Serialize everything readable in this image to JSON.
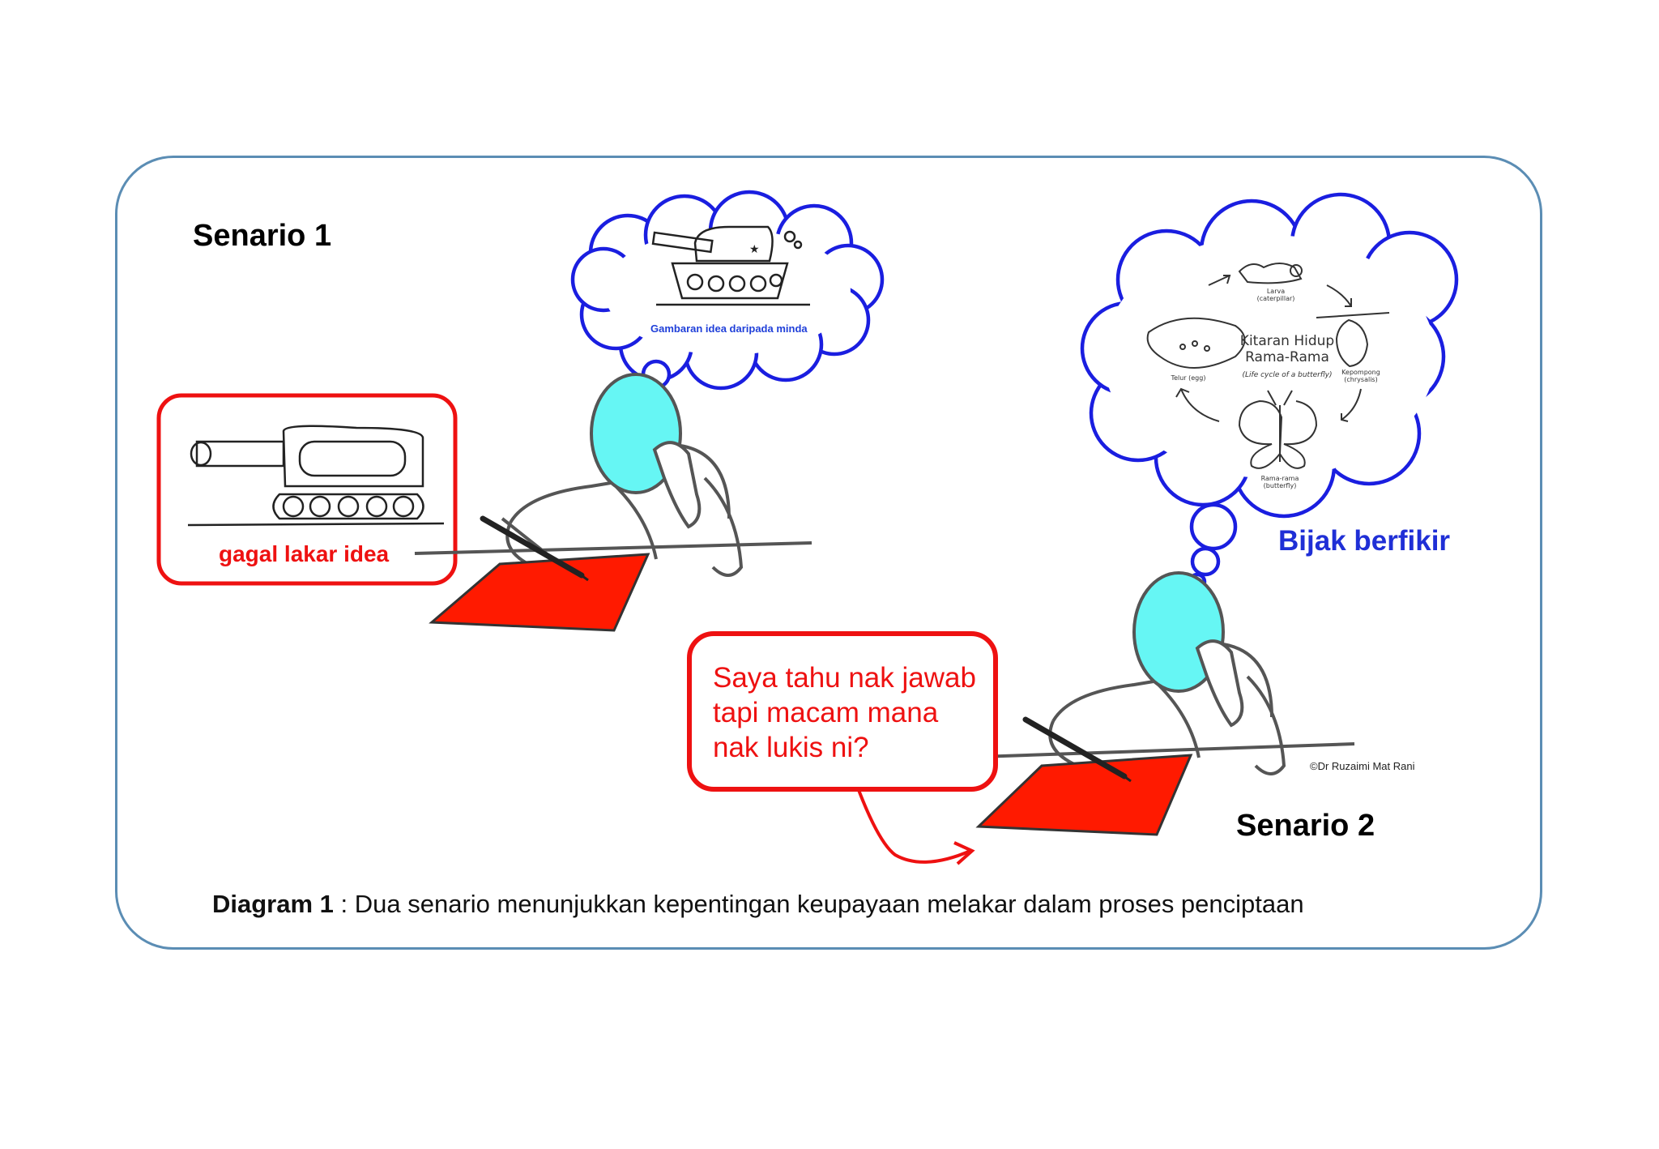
{
  "scenario1": {
    "title": "Senario 1",
    "thought_label": "Gambaran idea daripada minda",
    "failure_label": "gagal lakar idea"
  },
  "scenario2": {
    "title": "Senario 2",
    "thought_tag": "Bijak berfikir",
    "question": "Saya tahu nak jawab tapi macam mana nak lukis ni?",
    "lifecycle": {
      "title_line1": "Kitaran Hidup",
      "title_line2": "Rama-Rama",
      "subtitle": "(Life cycle of a butterfly)",
      "stage_larva": "Larva",
      "stage_larva_en": "(caterpillar)",
      "stage_pupa": "Kepompong",
      "stage_pupa_en": "(chrysalis)",
      "stage_adult": "Rama-rama",
      "stage_adult_en": "(butterfly)",
      "stage_egg": "Telur (egg)"
    }
  },
  "copyright": "©Dr Ruzaimi Mat Rani",
  "caption": {
    "label": "Diagram 1",
    "text": " : Dua senario menunjukkan kepentingan keupayaan melakar dalam proses penciptaan"
  },
  "colors": {
    "frame": "#5b8db4",
    "head": "#66f6f4",
    "paper": "#ff1a00",
    "cloud": "#1a1ee0",
    "alert": "#ee1111"
  }
}
